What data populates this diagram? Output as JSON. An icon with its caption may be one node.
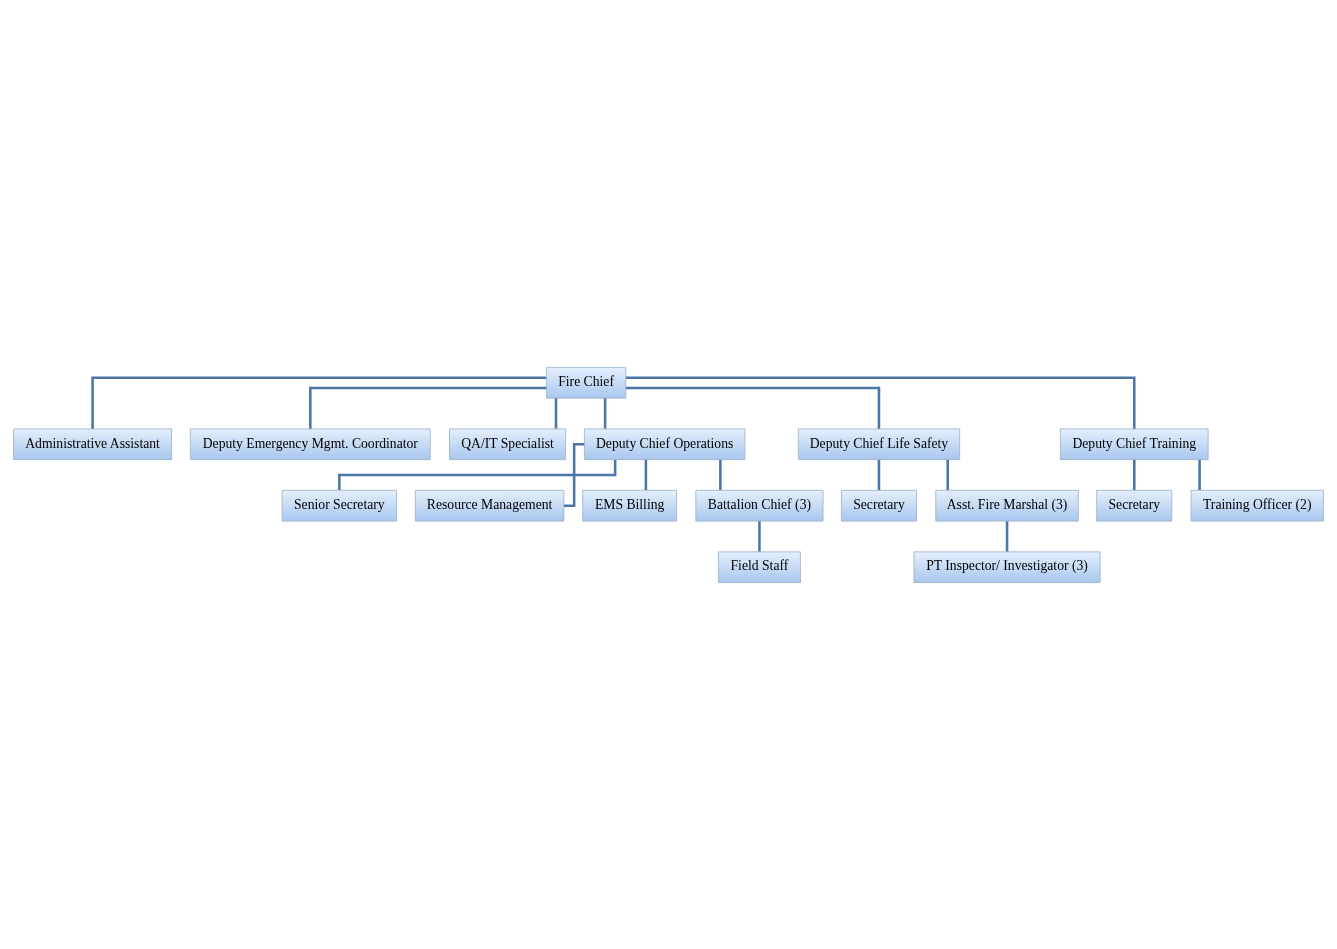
{
  "diagram": {
    "nodes": [
      {
        "text": [
          "Fire Chief"
        ]
      },
      {
        "text": [
          "Administrative Assistant"
        ]
      },
      {
        "text": [
          "Deputy Emergency Mgmt. Coordinator"
        ]
      },
      {
        "text": [
          "QA/IT Specialist"
        ]
      },
      {
        "text": [
          "Deputy Chief Operations"
        ]
      },
      {
        "text": [
          "Deputy Chief Life Safety"
        ]
      },
      {
        "text": [
          "Deputy Chief Training"
        ]
      },
      {
        "text": [
          "Senior Secretary"
        ]
      },
      {
        "text": [
          "Resource Management"
        ]
      },
      {
        "text": [
          "EMS Billing"
        ]
      },
      {
        "text": [
          "Battalion Chief (3)"
        ]
      },
      {
        "text": [
          "Secretary"
        ]
      },
      {
        "text": [
          "Asst. Fire Marshal (3)"
        ]
      },
      {
        "text": [
          "Secretary"
        ]
      },
      {
        "text": [
          "Field Staff"
        ]
      },
      {
        "text": [
          "PT Inspector/ Investigator (3)"
        ]
      },
      {
        "text": [
          "Training Officer (2)"
        ]
      }
    ],
    "edges": [
      {
        "from": 0,
        "to": 1,
        "arrow": "none"
      },
      {
        "from": 0,
        "to": 2,
        "arrow": "none"
      },
      {
        "from": 0,
        "to": 3,
        "arrow": "none"
      },
      {
        "from": 0,
        "to": 4,
        "arrow": "none"
      },
      {
        "from": 0,
        "to": 5,
        "arrow": "none"
      },
      {
        "from": 0,
        "to": 6,
        "arrow": "none"
      },
      {
        "from": 4,
        "to": 7,
        "arrow": "none"
      },
      {
        "from": 4,
        "to": 8,
        "arrow": "none"
      },
      {
        "from": 4,
        "to": 9,
        "arrow": "none"
      },
      {
        "from": 4,
        "to": 10,
        "arrow": "none"
      },
      {
        "from": 10,
        "to": 14,
        "arrow": "none"
      },
      {
        "from": 5,
        "to": 11,
        "arrow": "none"
      },
      {
        "from": 5,
        "to": 12,
        "arrow": "none"
      },
      {
        "from": 12,
        "to": 15,
        "arrow": "none"
      },
      {
        "from": 6,
        "to": 13,
        "arrow": "none"
      },
      {
        "from": 6,
        "to": 16,
        "arrow": "none"
      }
    ]
  }
}
